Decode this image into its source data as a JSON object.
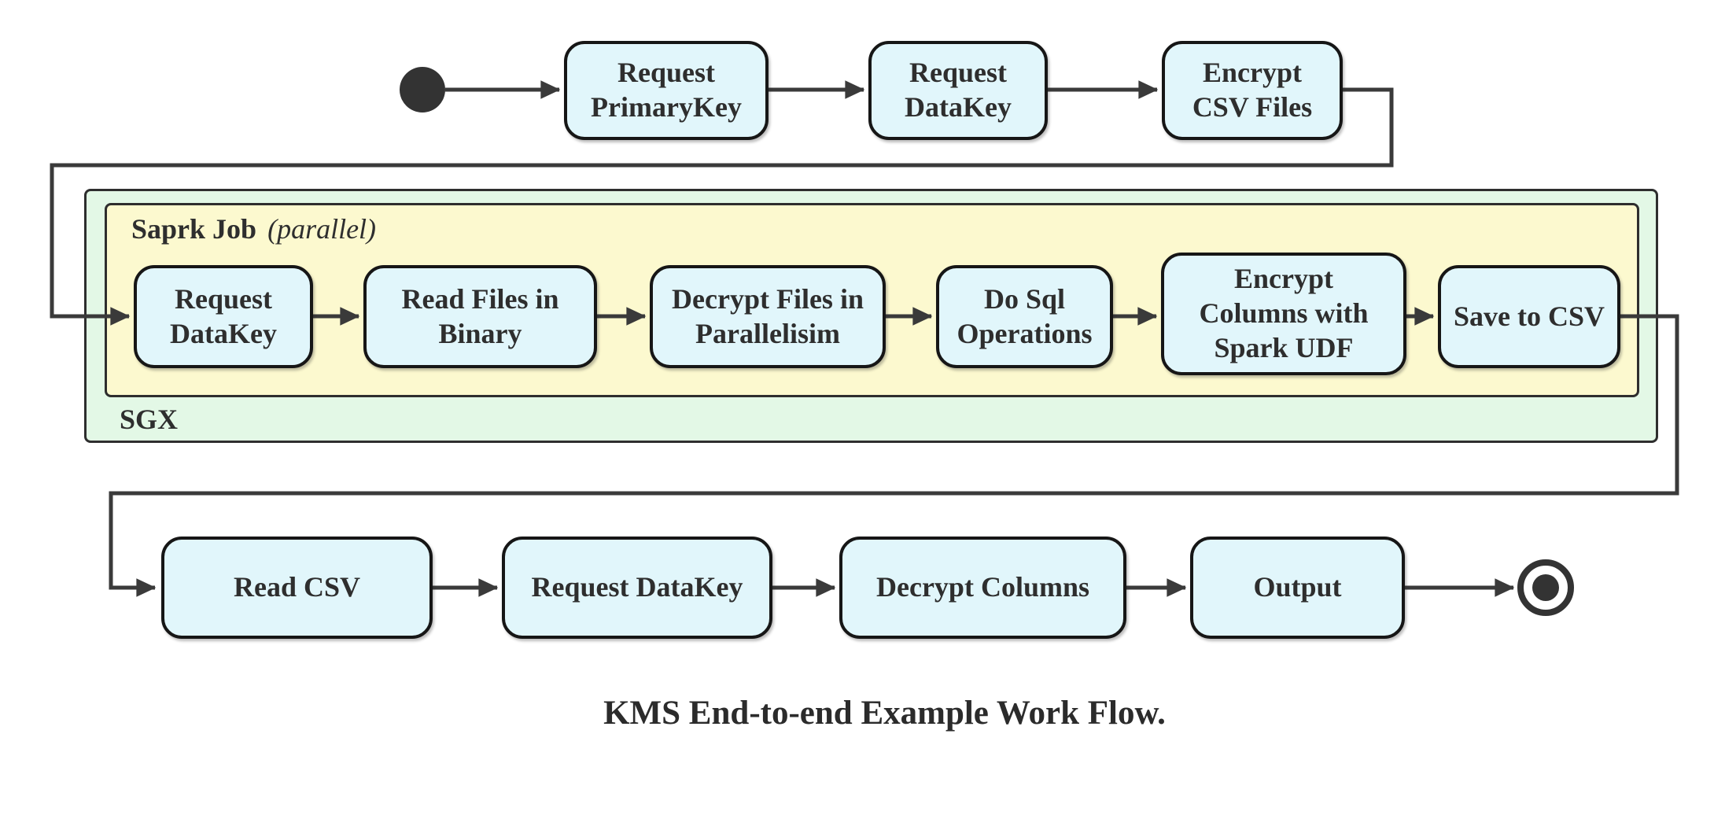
{
  "diagram": {
    "caption": "KMS End-to-end Example Work Flow.",
    "sgx_container": {
      "label": "SGX"
    },
    "spark_container": {
      "label": "Saprk Job",
      "mode": "(parallel)"
    },
    "main_flow": {
      "request_primarykey": "Request\nPrimaryKey",
      "request_datakey": "Request\nDataKey",
      "encrypt_csv_files": "Encrypt\nCSV Files"
    },
    "spark_flow": {
      "request_datakey": "Request\nDataKey",
      "read_files_in_binary": "Read Files in\nBinary",
      "decrypt_files_in_parallelisim": "Decrypt Files in\nParallelisim",
      "do_sql_operations": "Do Sql\nOperations",
      "encrypt_columns_with_spark_udf": "Encrypt\nColumns with\nSpark UDF",
      "save_to_csv": "Save to CSV"
    },
    "output_flow": {
      "read_csv": "Read CSV",
      "request_datakey": "Request DataKey",
      "decrypt_columns": "Decrypt Columns",
      "output": "Output"
    },
    "colors": {
      "node_fill": "#e1f6fb",
      "node_border": "#161616",
      "sgx_fill": "#e3f8e6",
      "spark_fill": "#fcf9cf",
      "container_border": "#2e2e2e",
      "edge": "#3a3a3a"
    }
  }
}
